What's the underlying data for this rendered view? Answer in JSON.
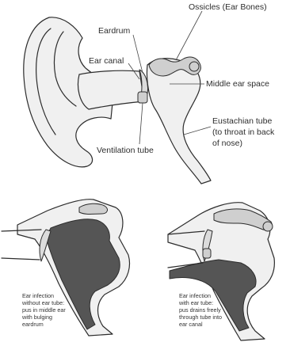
{
  "diagram": {
    "top_labels": {
      "ossicles": "Ossicles (Ear Bones)",
      "eardrum": "Eardrum",
      "ear_canal": "Ear canal",
      "middle_ear_space": "Middle ear space",
      "eustachian_tube_line1": "Eustachian tube",
      "eustachian_tube_line2": "(to throat in back",
      "eustachian_tube_line3": "of nose)",
      "ventilation_tube": "Ventilation tube"
    },
    "bottom_left_caption": [
      "Ear infection",
      "without ear tube:",
      "pus in middle ear",
      "with bulging",
      "eardrum"
    ],
    "bottom_right_caption": [
      "Ear infection",
      "with ear tube:",
      "pus drains freely",
      "through tube into",
      "ear canal"
    ]
  }
}
